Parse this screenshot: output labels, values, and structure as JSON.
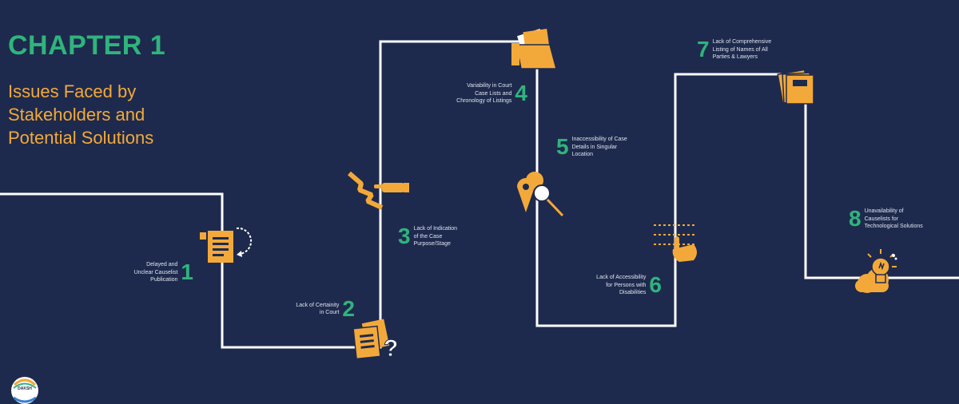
{
  "chapter": {
    "title": "CHAPTER 1",
    "subtitle_lines": [
      "Issues Faced by",
      "Stakeholders and",
      "Potential Solutions"
    ]
  },
  "issues": [
    {
      "number": "1",
      "lines": [
        "Delayed and",
        "Unclear Causelist",
        "Publication"
      ],
      "icon": "document-refresh-icon"
    },
    {
      "number": "2",
      "lines": [
        "Lack of Certainity",
        "in Court"
      ],
      "icon": "documents-question-icon"
    },
    {
      "number": "3",
      "lines": [
        "Lack of Indication",
        "of the Case",
        "Purpose/Stage"
      ],
      "icon": "zigzag-pointing-hand-icon"
    },
    {
      "number": "4",
      "lines": [
        "Variability in Court",
        "Case Lists and",
        "Chronology of Listings"
      ],
      "icon": "open-folder-icon"
    },
    {
      "number": "5",
      "lines": [
        "Inaccessibility of Case",
        "Details in Singular",
        "Location"
      ],
      "icon": "location-search-icon"
    },
    {
      "number": "6",
      "lines": [
        "Lack of Accessibility",
        "for Persons with",
        "Disabilities"
      ],
      "icon": "braille-hand-icon"
    },
    {
      "number": "7",
      "lines": [
        "Lack of Comprehensive",
        "Listing of Names of All",
        "Parties & Lawyers"
      ],
      "icon": "stacked-files-icon"
    },
    {
      "number": "8",
      "lines": [
        "Unavailability of",
        "Causelists for",
        "Technological Solutions"
      ],
      "icon": "lightbulb-cloud-icon"
    }
  ],
  "logo": {
    "text": "DAKSH",
    "icon": "daksh-logo-icon"
  },
  "colors": {
    "background": "#1e2a4d",
    "accent_green": "#2fb47c",
    "accent_orange": "#f3a93a",
    "path_line": "#ffffff",
    "label_text": "#dfe4ee"
  }
}
